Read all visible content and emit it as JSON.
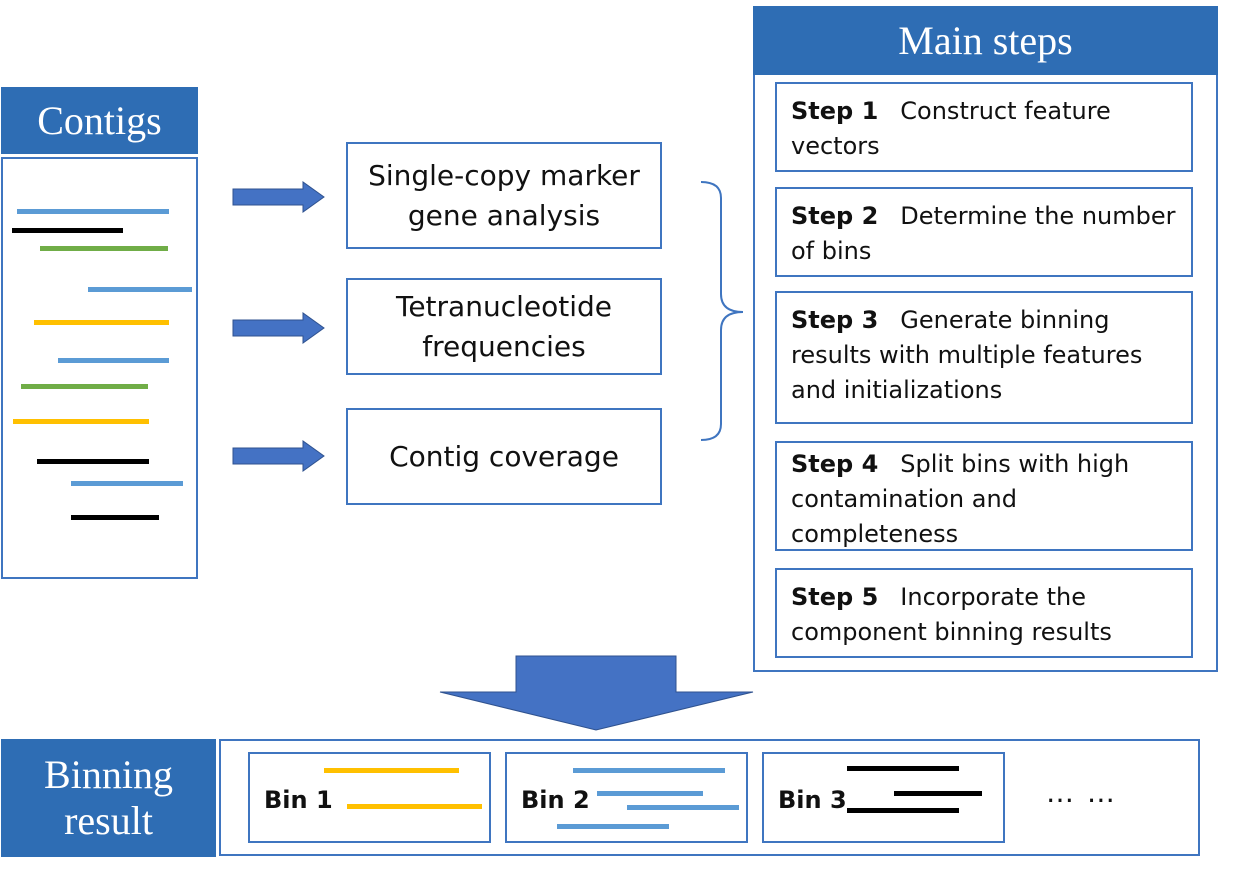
{
  "contigs": {
    "title": "Contigs",
    "colors": {
      "blue": "#5b9bd5",
      "black": "#000000",
      "green": "#70ad47",
      "yellow": "#ffc000"
    },
    "lines": [
      "blue",
      "black",
      "green",
      "blue",
      "yellow",
      "blue",
      "green",
      "yellow",
      "black",
      "blue",
      "black"
    ]
  },
  "features": [
    "Single-copy marker gene analysis",
    "Tetranucleotide frequencies",
    "Contig coverage"
  ],
  "main_steps": {
    "title": "Main steps",
    "steps": [
      {
        "label": "Step 1",
        "text": "Construct feature vectors"
      },
      {
        "label": "Step 2",
        "text": "Determine the number of bins"
      },
      {
        "label": "Step 3",
        "text": "Generate binning results with multiple features and initializations"
      },
      {
        "label": "Step 4",
        "text": "Split bins with high contamination and completeness"
      },
      {
        "label": "Step 5",
        "text": "Incorporate the component binning results"
      }
    ]
  },
  "binning_result": {
    "title": "Binning result",
    "bins": [
      {
        "label": "Bin 1",
        "color": "#ffc000"
      },
      {
        "label": "Bin 2",
        "color": "#5b9bd5"
      },
      {
        "label": "Bin 3",
        "color": "#000000"
      }
    ],
    "ellipsis": "… …"
  },
  "colors": {
    "accent_blue": "#2e6db4",
    "arrow_blue": "#4472c4",
    "border_blue": "#3f75c0"
  }
}
